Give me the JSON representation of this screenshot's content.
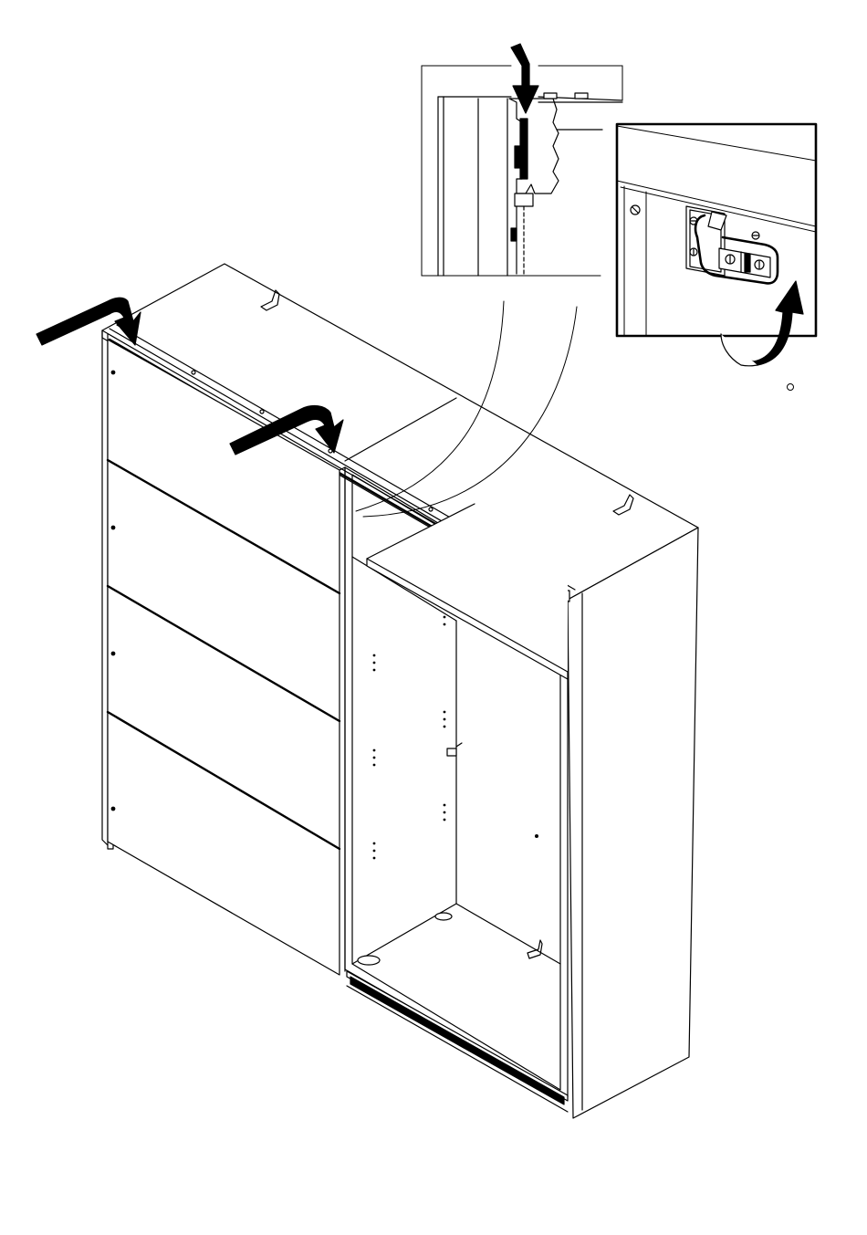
{
  "figure": {
    "title": "",
    "kind": "assembly-instruction",
    "line_color": "#000000",
    "background": "#ffffff",
    "parts": [
      "wardrobe-cabinet",
      "left-sliding-door",
      "right-cabinet-opening",
      "top-guide-rail",
      "hanging-shelf",
      "bottom-rail",
      "detail-top-rail-section",
      "detail-door-stop-bracket"
    ],
    "arrows": [
      "insert-door-arrow-1",
      "insert-door-arrow-2",
      "insert-door-arrow-detail",
      "rotate-bracket-arrow"
    ]
  }
}
